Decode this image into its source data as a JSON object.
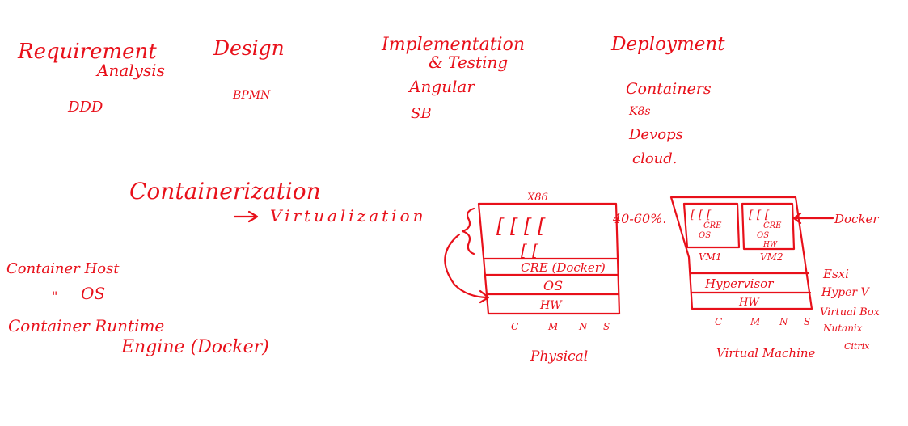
{
  "ink_color": "#e8101a",
  "background_color": "#ffffff",
  "sdlc": {
    "requirement": "Requirement",
    "analysis": "Analysis",
    "design": "Design",
    "implementation": "Implementation",
    "testing": "& Testing",
    "deployment": "Deployment",
    "ddd": "DDD",
    "bpmn": "BPMN",
    "angular": "Angular",
    "sb": "SB",
    "containers": "Containers",
    "k8s": "K8s",
    "devops": "Devops",
    "cloud": "cloud."
  },
  "concepts": {
    "containerization": "Containerization",
    "virtualization": "Virtualization"
  },
  "left_notes": {
    "container_host": "Container Host",
    "os_marker": "\"",
    "os": "OS",
    "container_runtime": "Container Runtime",
    "engine": "Engine (Docker)"
  },
  "container_stack": {
    "top_label": "X86",
    "containers_glyphs": "[ [ [ [",
    "containers_glyphs_2": "[ [",
    "cre": "CRE (Docker)",
    "os": "OS",
    "hw": "HW",
    "resources": [
      "C",
      "M",
      "N",
      "S"
    ],
    "caption": "Physical",
    "side_note": "40-60%."
  },
  "vm_stack": {
    "vm1_containers": "[ [ [",
    "vm1_cre": "CRE",
    "vm1_os": "OS",
    "vm1_label": "VM1",
    "vm2_containers": "[ [ [",
    "vm2_cre": "CRE",
    "vm2_os": "OS",
    "vm2_hw": "HW",
    "vm2_label": "VM2",
    "hypervisor": "Hypervisor",
    "hw": "HW",
    "resources": [
      "C",
      "M",
      "N",
      "S"
    ],
    "caption": "Virtual Machine",
    "docker_label": "Docker",
    "hypervisor_examples": [
      "Esxi",
      "Hyper V",
      "Virtual Box",
      "Nutanix",
      "Citrix"
    ]
  }
}
